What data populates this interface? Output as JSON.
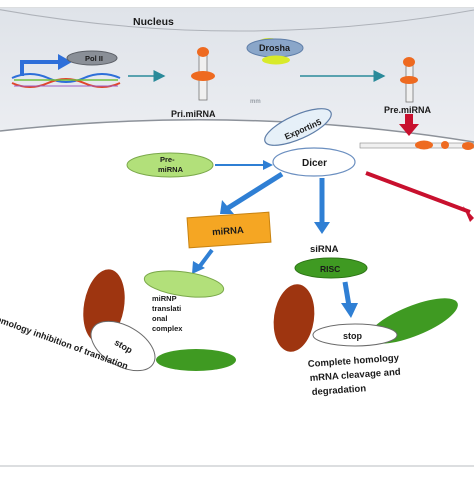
{
  "labels": {
    "nucleus": "Nucleus",
    "pol2": "Pol II",
    "drosha": "Drosha",
    "pri_mirna": "Pri.miRNA",
    "pre_mirna_nuclear": "Pre.miRNA",
    "exportin5": "Exportin5",
    "pre_mirna_line1": "Pre-",
    "pre_mirna_line2": "miRNA",
    "dicer": "Dicer",
    "mirna": "miRNA",
    "sirna": "siRNA",
    "risc": "RISC",
    "mirnp_line1": "miRNP",
    "mirnp_line2": "translati",
    "mirnp_line3": "onal",
    "mirnp_line4": "complex",
    "stop_left": "stop",
    "stop_right": "stop",
    "partial_homology": "Partial homology inhibition of translation",
    "complete_line1": "Complete homology",
    "complete_line2": "mRNA cleavage and",
    "complete_line3": "degradation",
    "faint_mark": "mm"
  },
  "colors": {
    "background": "#ffffff",
    "nucleus_fill": "#e4e7ec",
    "pol2_fill": "#8a8f97",
    "promoter_arrow": "#2e6fd9",
    "drosha_fill": "#8aa6c9",
    "yellow_green": "#d8ea2a",
    "mirna_stem": "#f0f0f0",
    "loop_orange": "#ee6a20",
    "flow_arrow": "#2f7fd4",
    "red_arrow": "#c8102e",
    "light_green": "#b2e07a",
    "dark_green": "#3f9a22",
    "brown": "#9e3510",
    "mirna_box": "#f5a623"
  }
}
